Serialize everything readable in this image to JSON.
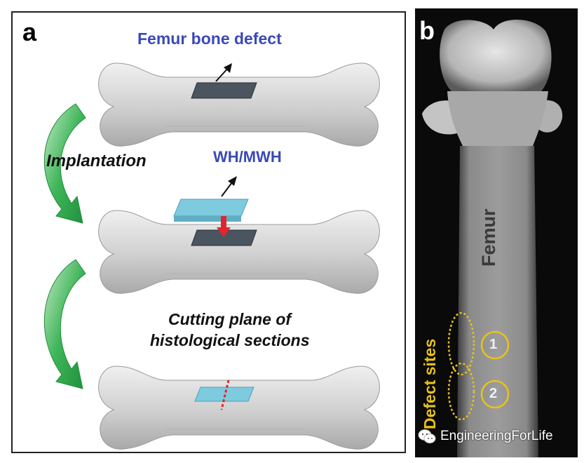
{
  "panel_a": {
    "letter": "a",
    "label_defect": "Femur bone defect",
    "label_implantation": "Implantation",
    "label_implant": "WH/MWH",
    "label_cutting_line1": "Cutting plane of",
    "label_cutting_line2": "histological sections"
  },
  "panel_b": {
    "letter": "b",
    "label_femur": "Femur",
    "label_defect_sites": "Defect sites",
    "site_1": "1",
    "site_2": "2"
  },
  "watermark": {
    "text": "EngineeringForLife",
    "icon": "wechat-icon"
  },
  "colors": {
    "bone": "#d4d4d4",
    "defect": "#4a5560",
    "implant": "#7ecbe0",
    "arrow_green": "#2eaa4a",
    "red_arrow": "#e0262c",
    "label_blue": "#3a49b8",
    "marker_yellow": "#e8c21a"
  }
}
